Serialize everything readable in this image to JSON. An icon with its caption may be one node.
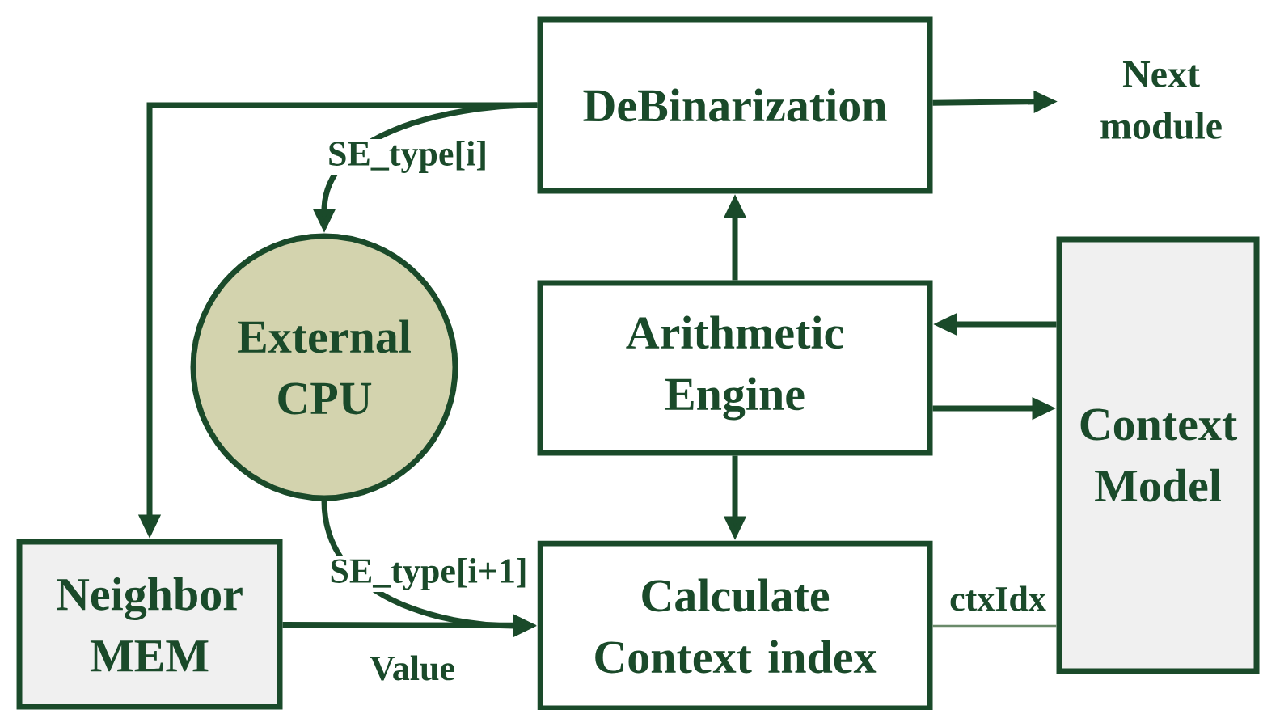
{
  "diagram": {
    "nodes": [
      {
        "text": [
          "DeBinarization"
        ]
      },
      {
        "text": [
          "Next module"
        ]
      },
      {
        "text": [
          "External CPU"
        ]
      },
      {
        "text": [
          "Arithmetic Engine"
        ]
      },
      {
        "text": [
          "Context Model"
        ]
      },
      {
        "text": [
          "Neighbor MEM"
        ]
      },
      {
        "text": [
          "Calculate Context index"
        ]
      }
    ],
    "edges": [
      {
        "from": 0,
        "to": 1,
        "arrow": "to"
      },
      {
        "from": 0,
        "to": 2,
        "arrow": "to",
        "label": "SE_type[i]"
      },
      {
        "from": 0,
        "to": 5,
        "arrow": "to"
      },
      {
        "from": 3,
        "to": 0,
        "arrow": "to"
      },
      {
        "from": 4,
        "to": 3,
        "arrow": "to"
      },
      {
        "from": 3,
        "to": 4,
        "arrow": "to"
      },
      {
        "from": 3,
        "to": 6,
        "arrow": "to"
      },
      {
        "from": 2,
        "to": 6,
        "arrow": "to",
        "label": "SE_type[i+1]"
      },
      {
        "from": 5,
        "to": 6,
        "arrow": "to",
        "label": "Value"
      },
      {
        "from": 6,
        "to": 4,
        "arrow": "none",
        "label": "ctxIdx",
        "color": "#6a8a6a"
      }
    ]
  }
}
